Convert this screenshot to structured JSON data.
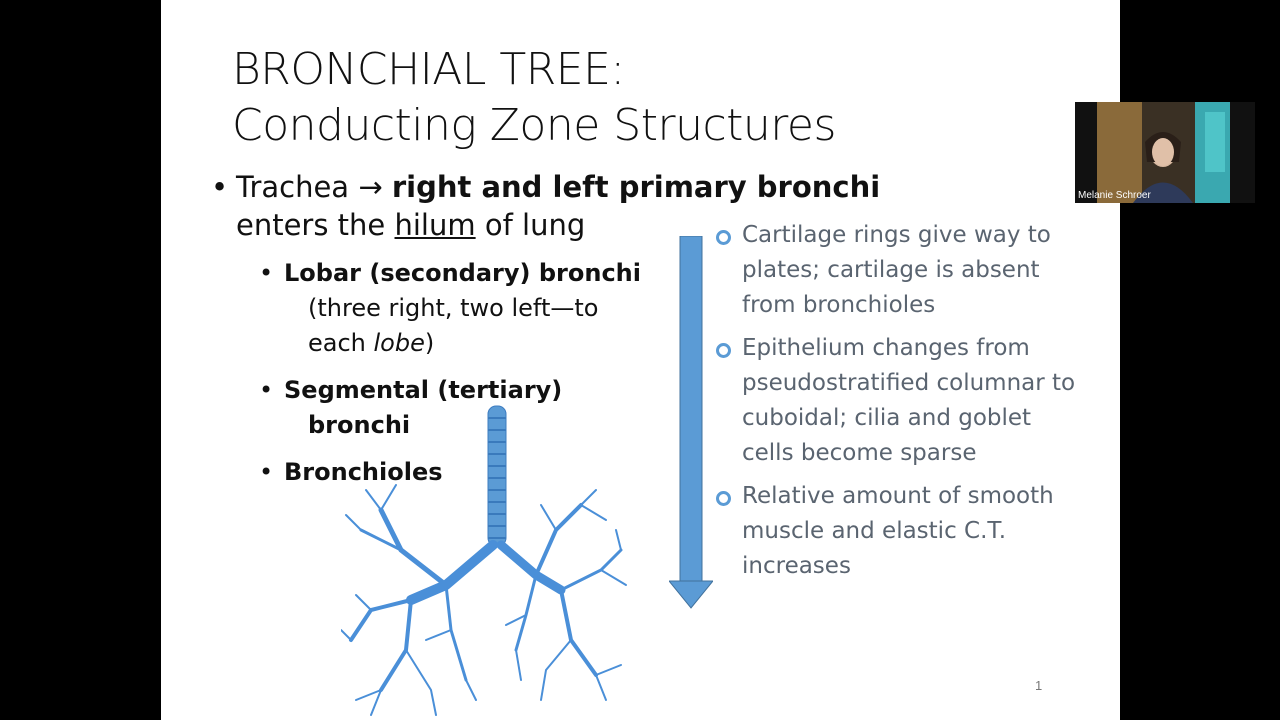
{
  "slide": {
    "title_line1": "BRONCHIAL TREE:",
    "title_line2": "Conducting Zone Structures",
    "bullet1": {
      "part1": "Trachea ",
      "arrow": "→",
      "bold": "right and left primary bronchi",
      "line2_pre": "enters the ",
      "line2_underline": "hilum",
      "line2_post": " of lung"
    },
    "sub1": {
      "bold": "Lobar (secondary) bronchi",
      "cont_pre": "(three right, two left—to",
      "cont_pre2": "each ",
      "cont_italic": "lobe",
      "cont_post": ")"
    },
    "sub2": {
      "bold_line1": "Segmental (tertiary)",
      "bold_line2": "bronchi"
    },
    "sub3": {
      "bold": "Bronchioles"
    },
    "right_list": [
      "Cartilage rings give way to plates; cartilage is absent from bronchioles",
      "Epithelium changes from pseudostratified columnar to cuboidal; cilia and goblet cells become sparse",
      "Relative amount of smooth muscle and elastic C.T. increases"
    ],
    "page_number": "1"
  },
  "video": {
    "participant_name": "Melanie Schroer"
  },
  "colors": {
    "arrow": "#5b9bd5",
    "bullet_ring": "#5b9bd5",
    "tree": "#4a8fd8"
  },
  "icons": {
    "bullet": "bullet-dot",
    "ring": "ring-bullet-icon",
    "arrow": "down-arrow-icon"
  }
}
